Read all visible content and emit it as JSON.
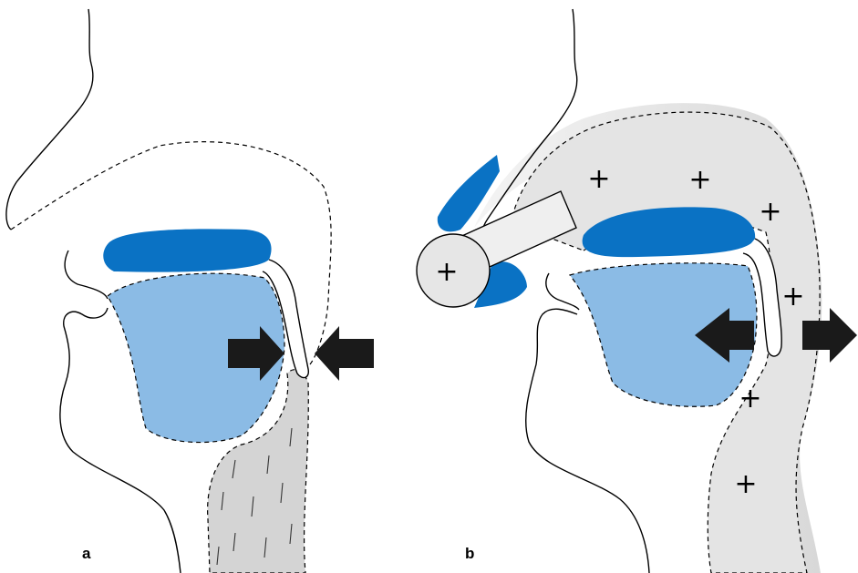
{
  "panels": [
    {
      "id": "a",
      "label": "a"
    },
    {
      "id": "b",
      "label": "b"
    }
  ],
  "markers": {
    "plus_symbol": "+"
  },
  "colors": {
    "line": "#000000",
    "dark_blue": "#0a72c4",
    "light_blue": "#8bbbe5",
    "gray_fill": "#d6d6d6",
    "light_gray": "#e6e6e6",
    "arrow": "#1a1a1a"
  }
}
